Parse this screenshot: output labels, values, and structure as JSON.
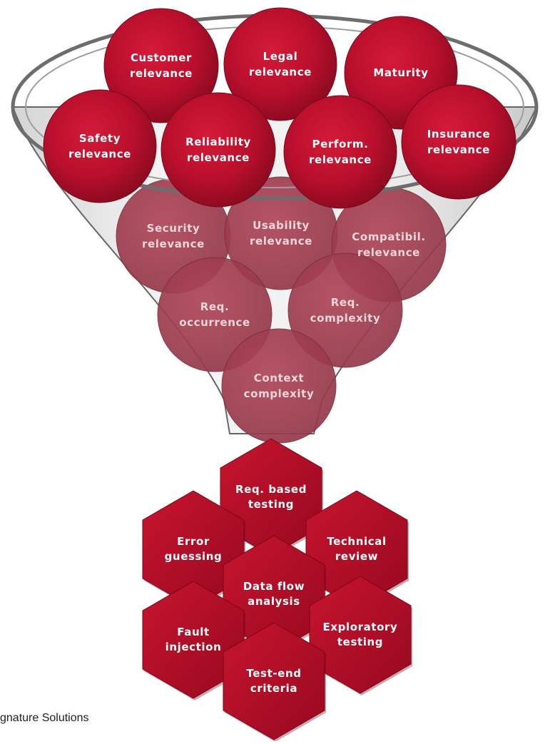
{
  "funnel_criteria": [
    {
      "key": "customer",
      "lines": [
        "Customer",
        "relevance"
      ]
    },
    {
      "key": "legal",
      "lines": [
        "Legal",
        "relevance"
      ]
    },
    {
      "key": "maturity",
      "lines": [
        "Maturity"
      ]
    },
    {
      "key": "safety",
      "lines": [
        "Safety",
        "relevance"
      ]
    },
    {
      "key": "reliability",
      "lines": [
        "Reliability",
        "relevance"
      ]
    },
    {
      "key": "performance",
      "lines": [
        "Perform.",
        "relevance"
      ]
    },
    {
      "key": "insurance",
      "lines": [
        "Insurance",
        "relevance"
      ]
    },
    {
      "key": "security",
      "lines": [
        "Security",
        "relevance"
      ]
    },
    {
      "key": "usability",
      "lines": [
        "Usability",
        "relevance"
      ]
    },
    {
      "key": "compatibility",
      "lines": [
        "Compatibil.",
        "relevance"
      ]
    },
    {
      "key": "req-occurrence",
      "lines": [
        "Req.",
        "occurrence"
      ]
    },
    {
      "key": "req-complexity",
      "lines": [
        "Req.",
        "complexity"
      ]
    },
    {
      "key": "context-complexity",
      "lines": [
        "Context",
        "complexity"
      ]
    }
  ],
  "test_techniques": [
    {
      "key": "req-based-testing",
      "lines": [
        "Req. based",
        "testing"
      ]
    },
    {
      "key": "error-guessing",
      "lines": [
        "Error",
        "guessing"
      ]
    },
    {
      "key": "technical-review",
      "lines": [
        "Technical",
        "review"
      ]
    },
    {
      "key": "data-flow-analysis",
      "lines": [
        "Data flow",
        "analysis"
      ]
    },
    {
      "key": "fault-injection",
      "lines": [
        "Fault",
        "injection"
      ]
    },
    {
      "key": "exploratory-testing",
      "lines": [
        "Exploratory",
        "testing"
      ]
    },
    {
      "key": "test-end-criteria",
      "lines": [
        "Test-end",
        "criteria"
      ]
    }
  ],
  "footer": {
    "text": "gnature Solutions"
  },
  "colors": {
    "accent": "#b0102a",
    "funnel_glass": "#cfcfcf"
  }
}
